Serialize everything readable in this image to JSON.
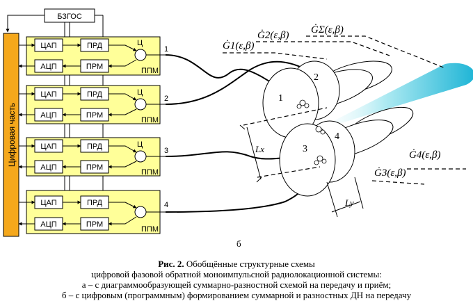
{
  "diagram": {
    "bzgos": "БЗГОС",
    "digital_part": "Цифровая часть",
    "modules": [
      {
        "dac": "ЦАП",
        "adc": "АЦП",
        "prd": "ПРД",
        "prm": "ПРМ",
        "circ": "Ц",
        "ppm": "ППМ",
        "out": "1"
      },
      {
        "dac": "ЦАП",
        "adc": "АЦП",
        "prd": "ПРД",
        "prm": "ПРМ",
        "circ": "Ц",
        "ppm": "ППМ",
        "out": "2"
      },
      {
        "dac": "ЦАП",
        "adc": "АЦП",
        "prd": "ПРД",
        "prm": "ПРМ",
        "circ": "Ц",
        "ppm": "ППМ",
        "out": "3"
      },
      {
        "dac": "ЦАП",
        "adc": "АЦП",
        "prd": "ПРД",
        "prm": "ПРМ",
        "circ": "",
        "ppm": "ППМ",
        "out": "4"
      }
    ],
    "lobes": [
      "1",
      "2",
      "3",
      "4"
    ],
    "g1": "Ġ1(ε,β)",
    "g2": "Ġ2(ε,β)",
    "gsum": "ĠΣ(ε,β)",
    "g3": "Ġ3(ε,β)",
    "g4": "Ġ4(ε,β)",
    "lx": "Lx",
    "ly": "Ly",
    "sub": "б"
  },
  "caption": {
    "label": "Рис. 2.",
    "line1": "Обобщённые структурные схемы",
    "line2": "цифровой фазовой обратной моноимпульсной радиолокационной системы:",
    "line3": "а – с диаграммообразующей суммарно-разностной схемой на передачу и приём;",
    "line4": "б – с цифровым (программным) формированием суммарной и разностных ДН на передачу"
  }
}
